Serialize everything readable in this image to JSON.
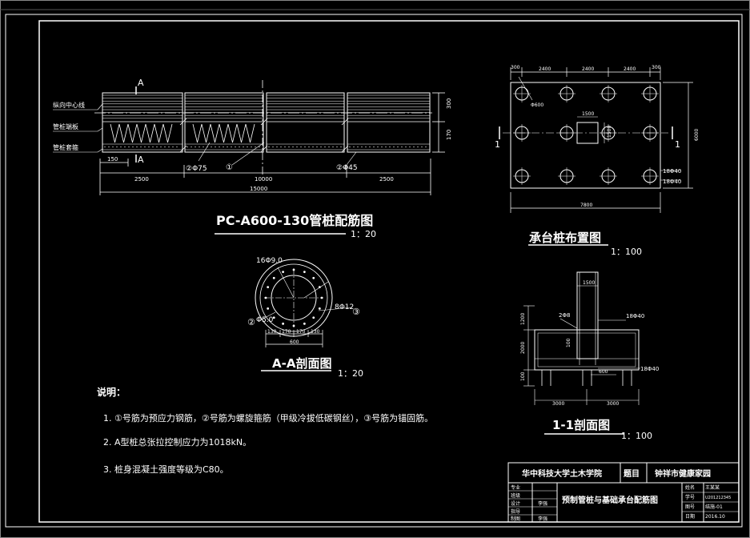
{
  "colors": {
    "background": "#000000",
    "lines": "#ffffff",
    "accent": "#ffffff"
  },
  "pile_drawing": {
    "title": "PC-A600-130管桩配筋图",
    "scale": "1：20",
    "section_mark": "A",
    "leader_labels": [
      "纵向中心线",
      "管桩端板",
      "管桩套箍"
    ],
    "dim_top": "300",
    "dim_mid": "170",
    "dim_left": "150",
    "dims_bottom": [
      "2500",
      "10000",
      "2500"
    ],
    "dim_total": "15000",
    "rebar_labels": [
      "②Φ75",
      "①",
      "②Φ45"
    ]
  },
  "section_aa": {
    "title": "A-A剖面图",
    "scale": "1：20",
    "label_top": "16Φ9.0",
    "label_right": "8Φ12",
    "label_right_num": "③",
    "label_left": "Φ5.0",
    "label_left_num": "②",
    "dims_row": [
      "130",
      "170",
      "170",
      "130"
    ],
    "dim_total": "600"
  },
  "cap_plan": {
    "title": "承台桩布置图",
    "scale": "1：100",
    "dims_top": [
      "300",
      "2400",
      "2400",
      "2400",
      "300"
    ],
    "dim_right": "6000",
    "dim_bottom": "7800",
    "pile_dia": "Φ600",
    "column_w": "1500",
    "column_h": "1500",
    "rebar_1": "18Φ40",
    "rebar_2": "18Φ40",
    "section_mark": "1"
  },
  "section_11": {
    "title": "1-1剖面图",
    "scale": "1：100",
    "dim_top": "1500",
    "dim_left_top": "1200",
    "dim_left_mid": "2000",
    "dim_left_bot": "100",
    "dim_inner": "100",
    "dim_bar": "600",
    "rebar_top": "18Φ40",
    "rebar_bot": "18Φ40",
    "rebar_left": "2Φ8",
    "dims_bottom": [
      "3000",
      "3000"
    ]
  },
  "notes": {
    "heading": "说明：",
    "items": [
      "1. ①号筋为预应力钢筋，②号筋为螺旋箍筋（甲级冷拔低碳钢丝），③号筋为锚固筋。",
      "2. A型桩总张拉控制应力为1018kN。",
      "3. 桩身混凝土强度等级为C80。"
    ]
  },
  "title_block": {
    "school": "华中科技大学土木学院",
    "topic_label": "题目",
    "project": "钟祥市健康家园",
    "drawing_name": "预制管桩与基础承台配筋图",
    "left_labels": [
      "专业",
      "班级",
      "设计",
      "指导",
      "制图"
    ],
    "left_values": [
      "",
      "",
      "李强",
      "",
      "李强"
    ],
    "right_labels": [
      "姓名",
      "学号",
      "图号",
      "日期"
    ],
    "right_values": [
      "王某某",
      "U201212345",
      "结施-01",
      "2016.10"
    ]
  }
}
